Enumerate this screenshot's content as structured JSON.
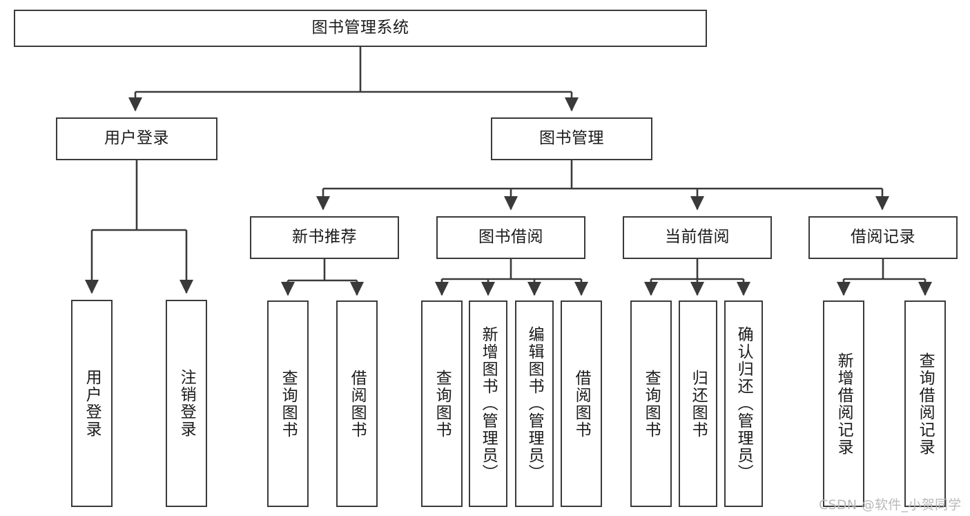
{
  "diagram": {
    "title": "图书管理系统",
    "watermark": "CSDN @软件_小贺同学",
    "stroke_color": "#3a3a3a",
    "text_color": "#1b1b1b",
    "background_color": "#ffffff",
    "type": "tree-hierarchy-diagram",
    "nodes": {
      "root": {
        "label": "图书管理系统"
      },
      "level2": [
        {
          "label": "用户登录"
        },
        {
          "label": "图书管理"
        }
      ],
      "level3": [
        {
          "label": "新书推荐"
        },
        {
          "label": "图书借阅"
        },
        {
          "label": "当前借阅"
        },
        {
          "label": "借阅记录"
        }
      ],
      "leaves": {
        "user_login": [
          {
            "label": "用户登录"
          },
          {
            "label": "注销登录"
          }
        ],
        "new_book_recommend": [
          {
            "label": "查询图书"
          },
          {
            "label": "借阅图书"
          }
        ],
        "book_borrow": [
          {
            "label": "查询图书"
          },
          {
            "label": "新增图书（管理员）"
          },
          {
            "label": "编辑图书（管理员）"
          },
          {
            "label": "借阅图书"
          }
        ],
        "current_borrow": [
          {
            "label": "查询图书"
          },
          {
            "label": "归还图书"
          },
          {
            "label": "确认归还（管理员）"
          }
        ],
        "borrow_record": [
          {
            "label": "新增借阅记录"
          },
          {
            "label": "查询借阅记录"
          }
        ]
      }
    }
  }
}
